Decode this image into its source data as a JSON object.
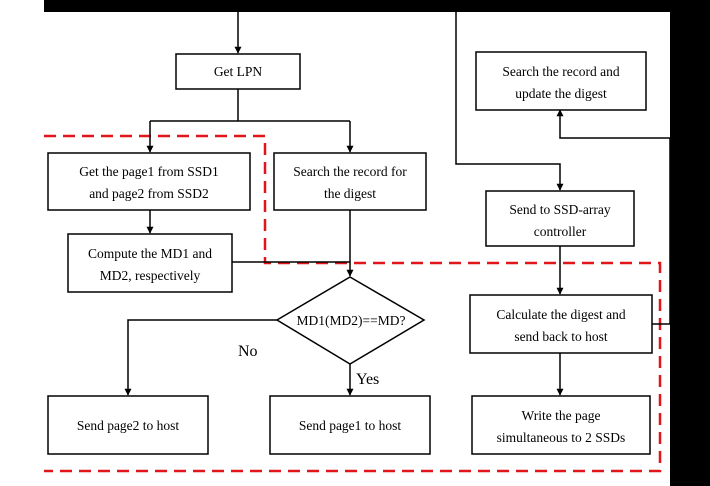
{
  "colors": {
    "line": "#000000",
    "dashed_region": "#e0161b",
    "background": "#ffffff"
  },
  "boxes": {
    "get_lpn": "Get LPN",
    "get_pages": [
      "Get the page1 from SSD1",
      "and page2 from SSD2"
    ],
    "search_record_digest": [
      "Search the record for",
      "the digest"
    ],
    "compute_md": [
      "Compute the MD1 and",
      "MD2, respectively"
    ],
    "decision": "MD1(MD2)==MD?",
    "send_page2": "Send page2 to host",
    "send_page1": "Send page1 to host",
    "search_update": [
      "Search the record and",
      "update the digest"
    ],
    "send_controller": [
      "Send to SSD-array",
      "controller"
    ],
    "calculate_digest": [
      "Calculate the digest and",
      "send back to host"
    ],
    "write_page": [
      "Write the page",
      "simultaneous to 2 SSDs"
    ]
  },
  "edge_labels": {
    "no": "No",
    "yes": "Yes"
  }
}
